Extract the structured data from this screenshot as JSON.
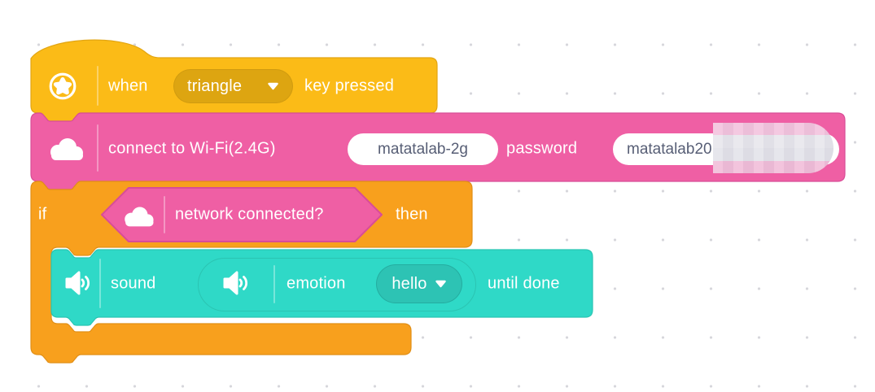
{
  "workspace": {
    "background": "#ffffff",
    "dot_color": "#d7d7dc"
  },
  "colors": {
    "event_yellow": "#fbbb17",
    "event_yellow_dark": "#dda511",
    "network_pink": "#ef5fa4",
    "network_pink_border": "#d84d97",
    "control_orange": "#f8a01d",
    "control_orange_border": "#e18f17",
    "sound_teal": "#2fd9c7",
    "sound_teal_dark": "#2dc3b4",
    "input_text": "#575e75"
  },
  "blocks": {
    "when_key_pressed": {
      "icon": "star-icon",
      "label_when": "when",
      "key_option": "triangle",
      "label_after": "key pressed"
    },
    "wifi_connect": {
      "icon": "cloud-icon",
      "label": "connect to Wi-Fi(2.4G)",
      "ssid_value": "matatalab-2g",
      "password_label": "password",
      "password_value": "matatalab20",
      "password_redacted": "true"
    },
    "if_then": {
      "label_if": "if",
      "label_then": "then"
    },
    "network_condition": {
      "icon": "cloud-icon",
      "label": "network connected?"
    },
    "sound_emotion": {
      "icon": "speaker-icon",
      "label_sound": "sound",
      "label_emotion": "emotion",
      "emotion_option": "hello",
      "label_suffix": "until done"
    }
  }
}
